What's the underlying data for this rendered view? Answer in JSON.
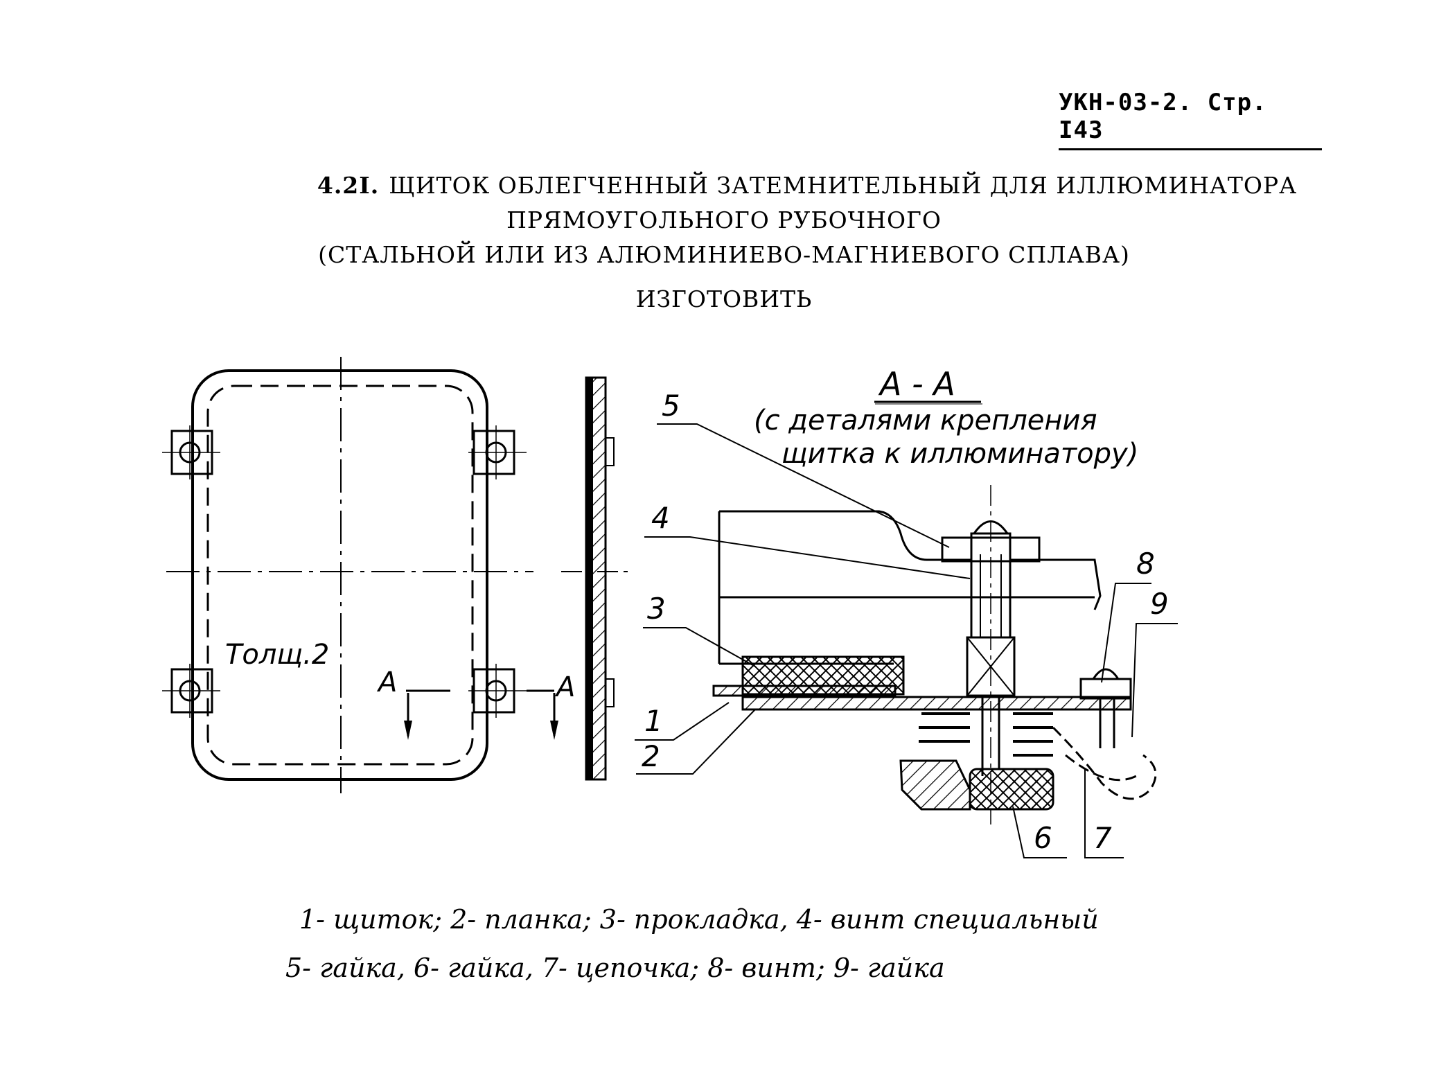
{
  "header": {
    "doc_code": "УКН-03-2. Стр. I43"
  },
  "title": {
    "number": "4.2I.",
    "line1": "ЩИТОК ОБЛЕГЧЕННЫЙ ЗАТЕМНИТЕЛЬНЫЙ ДЛЯ ИЛЛЮМИНАТОРА",
    "line2": "ПРЯМОУГОЛЬНОГО РУБОЧНОГО",
    "line3": "(СТАЛЬНОЙ ИЛИ ИЗ АЛЮМИНИЕВО-МАГНИЕВОГО СПЛАВА)",
    "line4": "ИЗГОТОВИТЬ"
  },
  "drawing": {
    "thickness_note": "Толщ.2",
    "section_mark": "А",
    "section_title": "А - А",
    "section_subtitle_1": "(с деталями крепления",
    "section_subtitle_2": "щитка к иллюминатору)",
    "callouts": [
      "1",
      "2",
      "3",
      "4",
      "5",
      "6",
      "7",
      "8",
      "9"
    ]
  },
  "legend": {
    "line1": "1- щиток; 2- планка; 3- прокладка, 4- винт специальный",
    "line2": "5- гайка, 6- гайка, 7- цепочка; 8- винт; 9- гайка"
  }
}
